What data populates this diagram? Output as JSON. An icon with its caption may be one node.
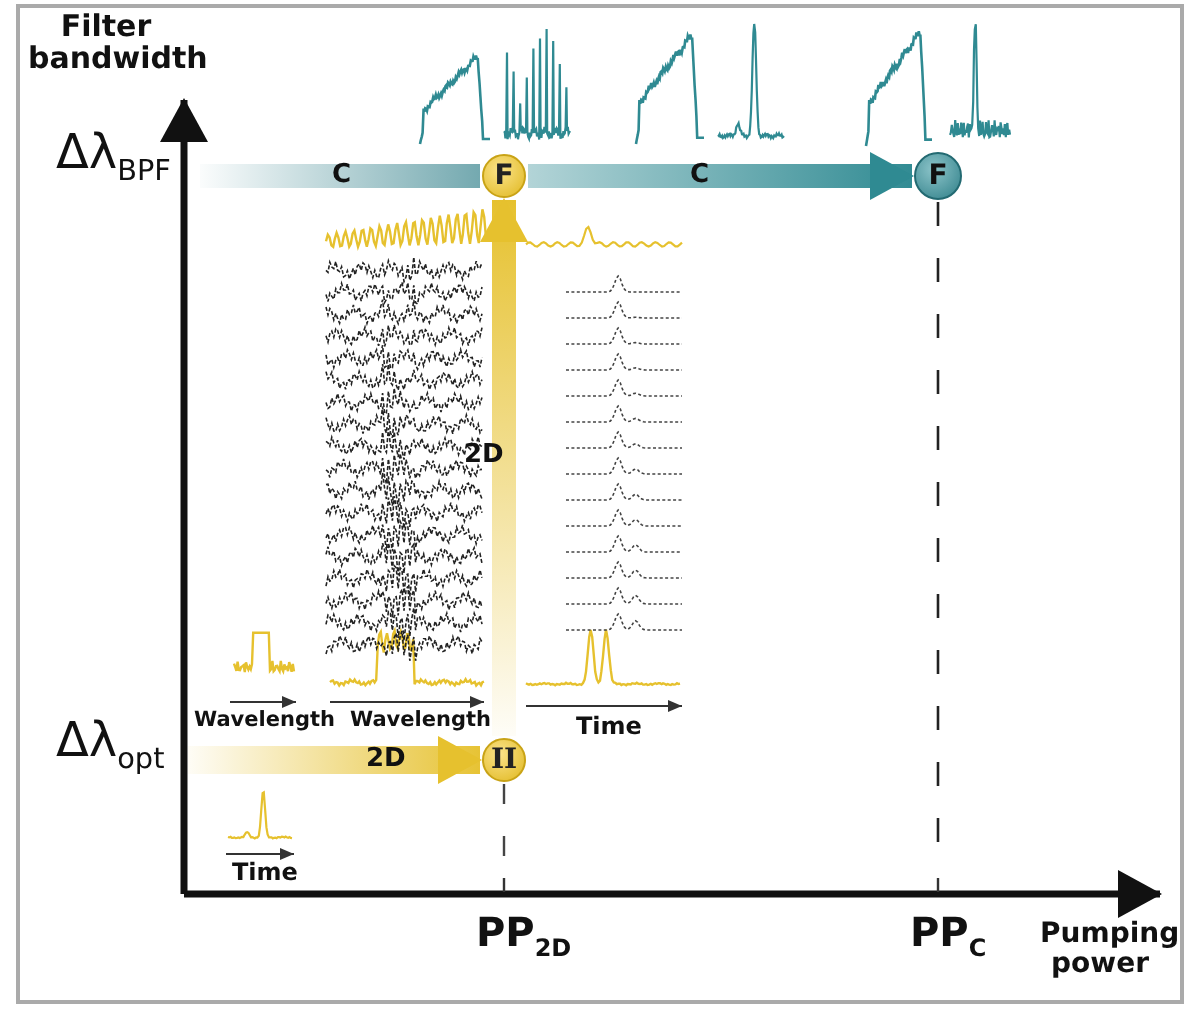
{
  "diagram": {
    "nodes": [
      {
        "text": [
          "II"
        ]
      },
      {
        "text": [
          "F"
        ]
      },
      {
        "text": [
          "F"
        ]
      }
    ],
    "edges": [
      {
        "from": null,
        "to": 0,
        "arrow": "to",
        "label": "2D"
      },
      {
        "from": 0,
        "to": 1,
        "arrow": "to",
        "label": "2D"
      },
      {
        "from": null,
        "to": 1,
        "arrow": "none",
        "label": "C"
      },
      {
        "from": 1,
        "to": 2,
        "arrow": "to",
        "label": "C"
      }
    ],
    "labels": [
      "Filter bandwidth",
      "Δλ$_{BPF}$",
      "Wavelength",
      "Wavelength",
      "Time",
      "Δλ$_{opt}$",
      "Time",
      "PP$_{2D}$",
      "PP$_{C}$",
      "Pumping power"
    ]
  }
}
